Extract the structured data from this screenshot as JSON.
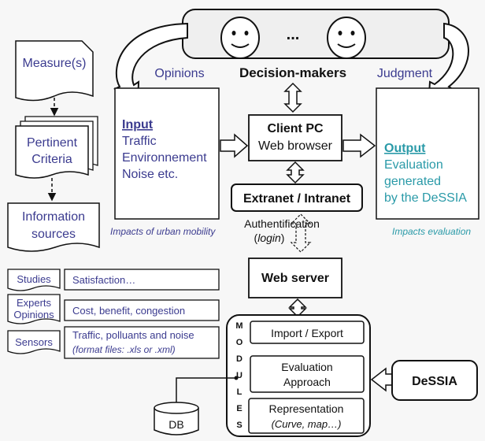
{
  "colors": {
    "blue_text": "#3b3b8f",
    "teal_text": "#2a9aa8",
    "black": "#111111",
    "box_fill": "#ffffff",
    "panel_fill": "#f2f2f2"
  },
  "decision_panel": {
    "ellipsis": "...",
    "label": "Decision-makers",
    "opinions": "Opinions",
    "judgment": "Judgment"
  },
  "left_chain": {
    "measure": "Measure(s)",
    "criteria_line1": "Pertinent",
    "criteria_line2": "Criteria",
    "info_line1": "Information",
    "info_line2": "sources"
  },
  "input_box": {
    "title": "Input",
    "lines": [
      "Traffic",
      "Environnement",
      "Noise etc."
    ],
    "caption": "Impacts of urban mobility"
  },
  "client_pc": {
    "title": "Client PC",
    "subtitle": "Web browser"
  },
  "output_box": {
    "title": "Output",
    "lines": [
      "Evaluation",
      "generated",
      "by the DeSSIA"
    ],
    "caption": "Impacts evaluation"
  },
  "extranet": {
    "label": "Extranet / Intranet"
  },
  "auth": {
    "line1": "Authentification",
    "open": "(",
    "login": "login",
    "close": ")"
  },
  "web_server": {
    "label": "Web server"
  },
  "sources": [
    {
      "tag": "Studies",
      "desc": "Satisfaction…"
    },
    {
      "tag_line1": "Experts",
      "tag_line2": "Opinions",
      "desc": "Cost, benefit, congestion"
    },
    {
      "tag": "Sensors",
      "desc_line1": "Traffic, polluants and noise",
      "desc_line2": "(format files: .xls or .xml)"
    }
  ],
  "modules": {
    "letters": [
      "M",
      "O",
      "D",
      "U",
      "L",
      "E",
      "S"
    ],
    "import_export": "Import / Export",
    "evaluation_line1": "Evaluation",
    "evaluation_line2": "Approach",
    "representation_line1": "Representation",
    "representation_line2": "(Curve, map…)"
  },
  "dessia": "DeSSIA",
  "db": "DB"
}
